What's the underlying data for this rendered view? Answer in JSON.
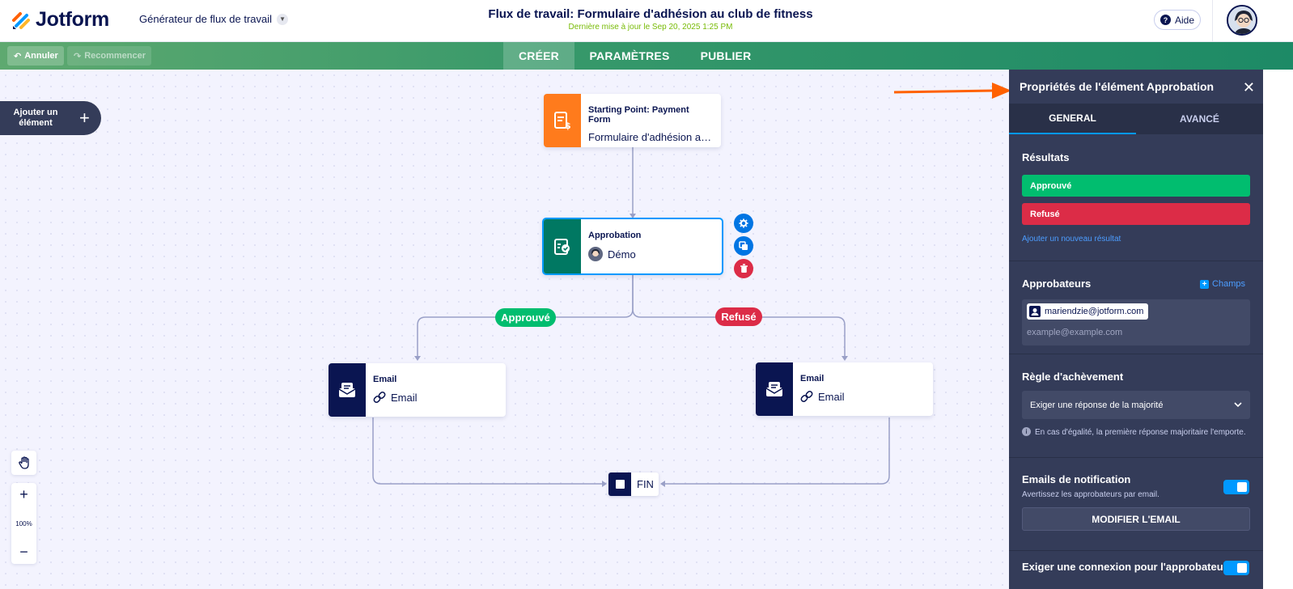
{
  "app": {
    "brand": "Jotform",
    "builder_name": "Générateur de flux de travail",
    "title": "Flux de travail: Formulaire d'adhésion au club de fitness",
    "last_update": "Dernière mise à jour le Sep 20, 2025 1:25 PM",
    "help_label": "Aide"
  },
  "toolbar": {
    "undo_label": "Annuler",
    "redo_label": "Recommencer",
    "tabs": [
      {
        "label": "CRÉER",
        "active": true
      },
      {
        "label": "PARAMÈTRES",
        "active": false
      },
      {
        "label": "PUBLIER",
        "active": false
      }
    ]
  },
  "canvas": {
    "add_element_label": "Ajouter un élément",
    "start_node": {
      "title": "Starting Point: Payment Form",
      "subtitle": "Formulaire d'adhésion au club de fitness"
    },
    "approval_node": {
      "title": "Approbation",
      "subtitle": "Démo"
    },
    "approved_pill": "Approuvé",
    "refused_pill": "Refusé",
    "email_left": {
      "title": "Email",
      "subtitle": "Email"
    },
    "email_right": {
      "title": "Email",
      "subtitle": "Email"
    },
    "end_label": "FIN",
    "zoom_level": "100%"
  },
  "panel": {
    "title": "Propriétés de l'élément Approbation",
    "tabs": [
      "GENERAL",
      "AVANCÉ"
    ],
    "results_title": "Résultats",
    "results": [
      {
        "label": "Approuvé",
        "color": "#01bd6f"
      },
      {
        "label": "Refusé",
        "color": "#dc2c47"
      }
    ],
    "add_result_link": "Ajouter un nouveau résultat",
    "approvers_title": "Approbateurs",
    "fields_link": "Champs",
    "approver_email": "mariendzie@jotform.com",
    "approver_placeholder": "example@example.com",
    "rule_title": "Règle d'achèvement",
    "rule_value": "Exiger une réponse de la majorité",
    "rule_note": "En cas d'égalité, la première réponse majoritaire l'emporte.",
    "notify_title": "Emails de notification",
    "notify_desc": "Avertissez les approbateurs par email.",
    "notify_enabled": true,
    "edit_email_label": "MODIFIER L'EMAIL",
    "login_title": "Exiger une connexion pour l'approbateur",
    "login_enabled": true
  },
  "colors": {
    "accent": "#0099ff",
    "navy": "#0a1551",
    "approve": "#01bd6f",
    "refuse": "#dc2c47",
    "orange": "#ff7b1c",
    "teal": "#007862",
    "annotation_arrow": "#ff6100"
  }
}
